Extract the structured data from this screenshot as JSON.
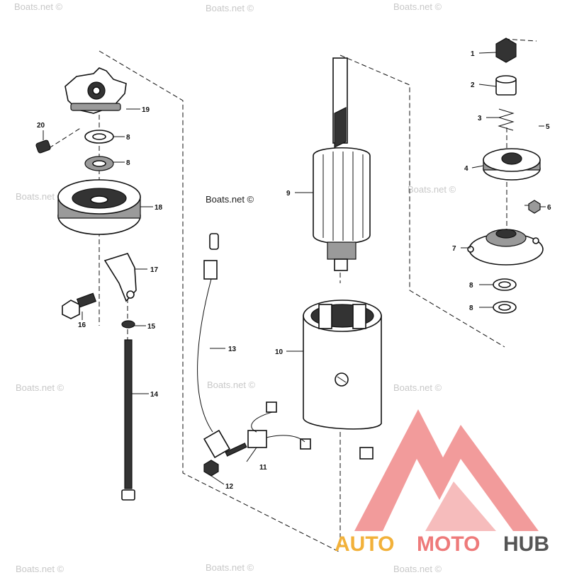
{
  "watermark": {
    "text": "Boats.net ©",
    "dark_text": "Boats.net ©"
  },
  "callouts": {
    "p1": "1",
    "p2": "2",
    "p3": "3",
    "p4": "4",
    "p5": "5",
    "p6": "6",
    "p7": "7",
    "p8a": "8",
    "p8b": "8",
    "p8c": "8",
    "p8d": "8",
    "p9": "9",
    "p10": "10",
    "p11": "11",
    "p12": "12",
    "p13": "13",
    "p14": "14",
    "p15": "15",
    "p16": "16",
    "p17": "17",
    "p18": "18",
    "p19": "19",
    "p20": "20"
  },
  "logo": {
    "auto": "AUTO",
    "moto": "MOTO",
    "hub": "HUB",
    "colors": {
      "auto": "#f2b13a",
      "moto": "#ee7a7a",
      "hub": "#555555",
      "mark": "#f08a8a"
    }
  }
}
